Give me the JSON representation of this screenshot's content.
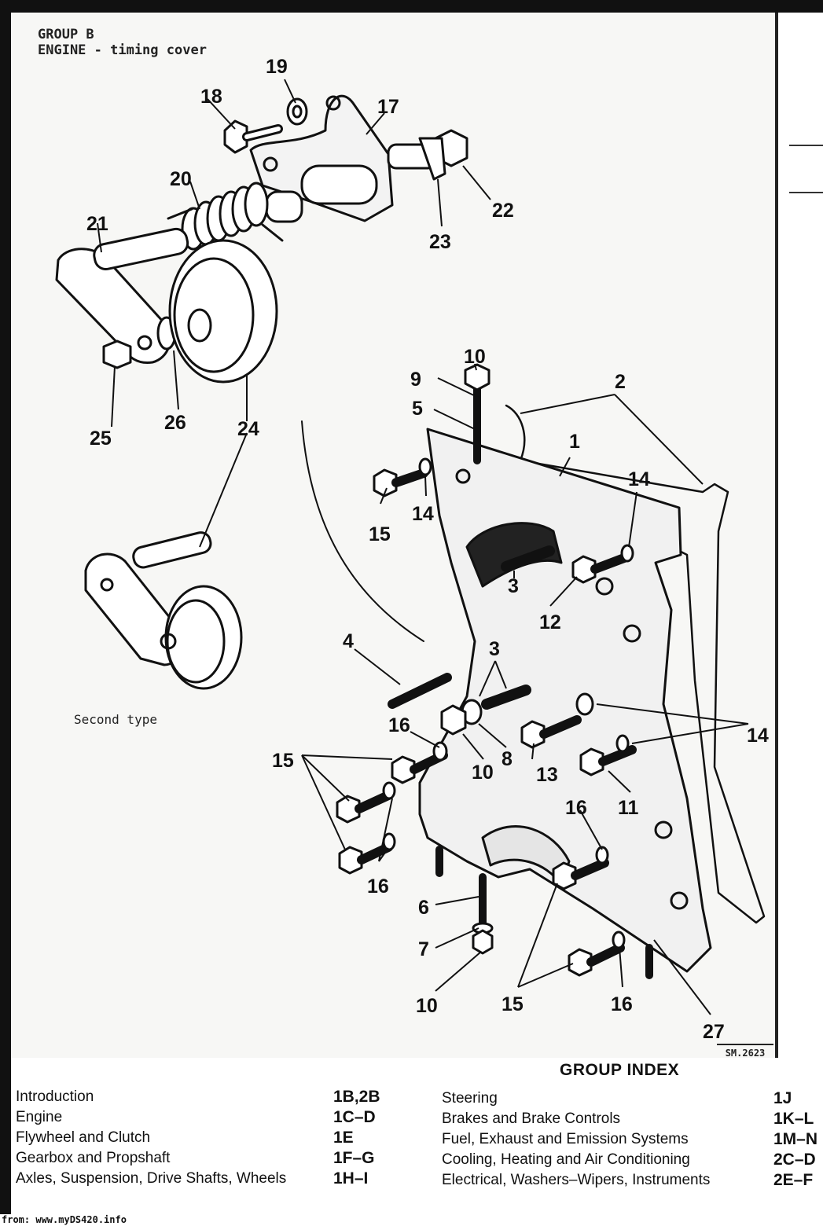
{
  "header": {
    "group": "GROUP B",
    "section": "ENGINE - timing cover"
  },
  "diagram": {
    "second_type_label": "Second type",
    "ref_code": "SM.2623",
    "callouts": [
      "1",
      "2",
      "3",
      "3",
      "4",
      "5",
      "6",
      "7",
      "8",
      "9",
      "10",
      "10",
      "10",
      "11",
      "12",
      "13",
      "14",
      "14",
      "14",
      "15",
      "15",
      "15",
      "16",
      "16",
      "16",
      "16",
      "17",
      "18",
      "19",
      "20",
      "21",
      "22",
      "23",
      "24",
      "25",
      "26",
      "27"
    ]
  },
  "group_index": {
    "title": "GROUP INDEX",
    "left": [
      {
        "label": "Introduction",
        "code": "1B,2B"
      },
      {
        "label": "Engine",
        "code": "1C–D"
      },
      {
        "label": "Flywheel and Clutch",
        "code": "1E"
      },
      {
        "label": "Gearbox and Propshaft",
        "code": "1F–G"
      },
      {
        "label": "Axles, Suspension, Drive Shafts, Wheels",
        "code": "1H–I"
      }
    ],
    "right": [
      {
        "label": "Steering",
        "code": "1J"
      },
      {
        "label": "Brakes and Brake Controls",
        "code": "1K–L"
      },
      {
        "label": "Fuel, Exhaust and Emission Systems",
        "code": "1M–N"
      },
      {
        "label": "Cooling, Heating and Air Conditioning",
        "code": "2C–D"
      },
      {
        "label": "Electrical, Washers–Wipers, Instruments",
        "code": "2E–F"
      }
    ]
  },
  "footer": {
    "source": "from: www.myDS420.info"
  }
}
